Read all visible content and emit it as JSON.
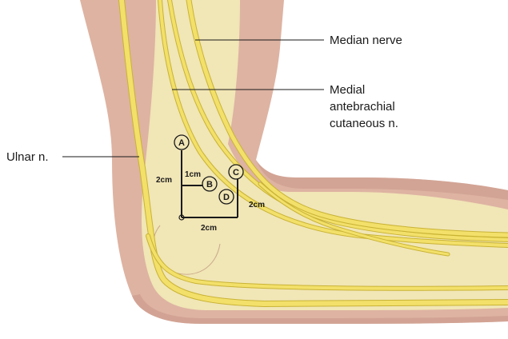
{
  "labels": {
    "median_nerve": "Median nerve",
    "medial_antebrachial_line1": "Medial",
    "medial_antebrachial_line2": "antebrachial",
    "medial_antebrachial_line3": "cutaneous n.",
    "ulnar_nerve": "Ulnar n."
  },
  "points": {
    "a": "A",
    "b": "B",
    "c": "C",
    "d": "D"
  },
  "measurements": {
    "vertical_left": "2cm",
    "short_horizontal": "1cm",
    "bottom_horizontal": "2cm",
    "right_diagonal": "2cm"
  },
  "colors": {
    "skin": "#deb3a2",
    "skin_shadow": "#c9988a",
    "tissue": "#f1e6b6",
    "nerve": "#f2e06a"
  }
}
